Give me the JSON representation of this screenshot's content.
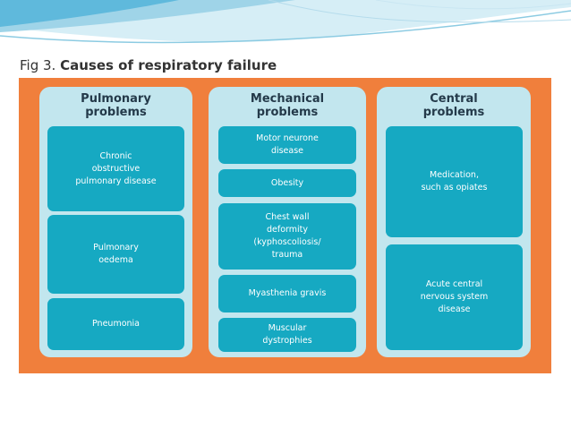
{
  "figure": {
    "label": "Fig 3. ",
    "title": "Causes of respiratory failure"
  },
  "colors": {
    "panel": "#f07f3c",
    "column": "#c2e6ee",
    "box": "#16a9c2",
    "title_text": "#243a4a"
  },
  "columns": [
    {
      "title": "Pulmonary\nproblems",
      "items": [
        "Chronic\nobstructive\npulmonary disease",
        "Pulmonary\noedema",
        "Pneumonia"
      ]
    },
    {
      "title": "Mechanical\nproblems",
      "items": [
        "Motor neurone\ndisease",
        "Obesity",
        "Chest wall\ndeformity\n(kyphoscoliosis/\ntrauma",
        "Myasthenia gravis",
        "Muscular\ndystrophies"
      ]
    },
    {
      "title": "Central\nproblems",
      "items": [
        "Medication,\nsuch as opiates",
        "Acute central\nnervous system\ndisease"
      ]
    }
  ]
}
